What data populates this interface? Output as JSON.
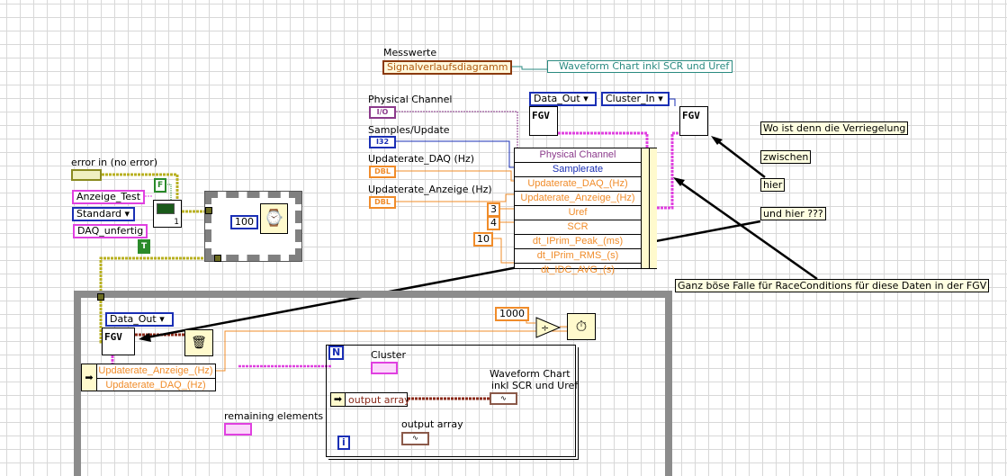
{
  "top": {
    "messwerte_label": "Messwerte",
    "signal_ref": "Signalverlaufsdiagramm",
    "chart_ref": "Waveform Chart  inkl SCR und Uref"
  },
  "inputs": [
    {
      "label": "Physical Channel",
      "type": "I/O",
      "color": "#8b3a8b"
    },
    {
      "label": "Samples/Update",
      "type": "I32",
      "color": "#1a2fb5"
    },
    {
      "label": "Updaterate_DAQ (Hz)",
      "type": "DBL",
      "color": "#f08c2a"
    },
    {
      "label": "Updaterate_Anzeige (Hz)",
      "type": "DBL",
      "color": "#f08c2a"
    }
  ],
  "fgv": {
    "label": "FGV",
    "data_out": "Data_Out",
    "cluster_in": "Cluster_In"
  },
  "bundle": {
    "rows": [
      "Physical Channel",
      "Samplerate",
      "Updaterate_DAQ_(Hz)",
      "Updaterate_Anzeige_(Hz)",
      "Uref",
      "SCR",
      "dt_IPrim_Peak_(ms)",
      "dt_IPrim_RMS_(s)",
      "dt_IDC_AVG_(s)"
    ]
  },
  "constants": {
    "c3": "3",
    "c4": "4",
    "c10": "10",
    "c100": "100",
    "c1000": "1000",
    "f": "F",
    "t": "T"
  },
  "left": {
    "error_label": "error in (no error)",
    "anzeige": "Anzeige_Test",
    "standard": "Standard",
    "daq": "DAQ_unfertig",
    "subvi_num": "1"
  },
  "comments": [
    "Wo ist denn die Verriegelung",
    "zwischen",
    "hier",
    "und hier ???",
    "Ganz böse Falle für RaceConditions für diese Daten in der FGV"
  ],
  "loop": {
    "data_out": "Data_Out",
    "unbundle": [
      "Updaterate_Anzeige_(Hz)",
      "Updaterate_DAQ_(Hz)"
    ],
    "remaining": "remaining elements",
    "n": "N",
    "i": "i",
    "cluster": "Cluster",
    "output_array": "output array",
    "output_array_label": "output array",
    "chart_label_1": "Waveform Chart",
    "chart_label_2": "inkl SCR und Uref"
  }
}
